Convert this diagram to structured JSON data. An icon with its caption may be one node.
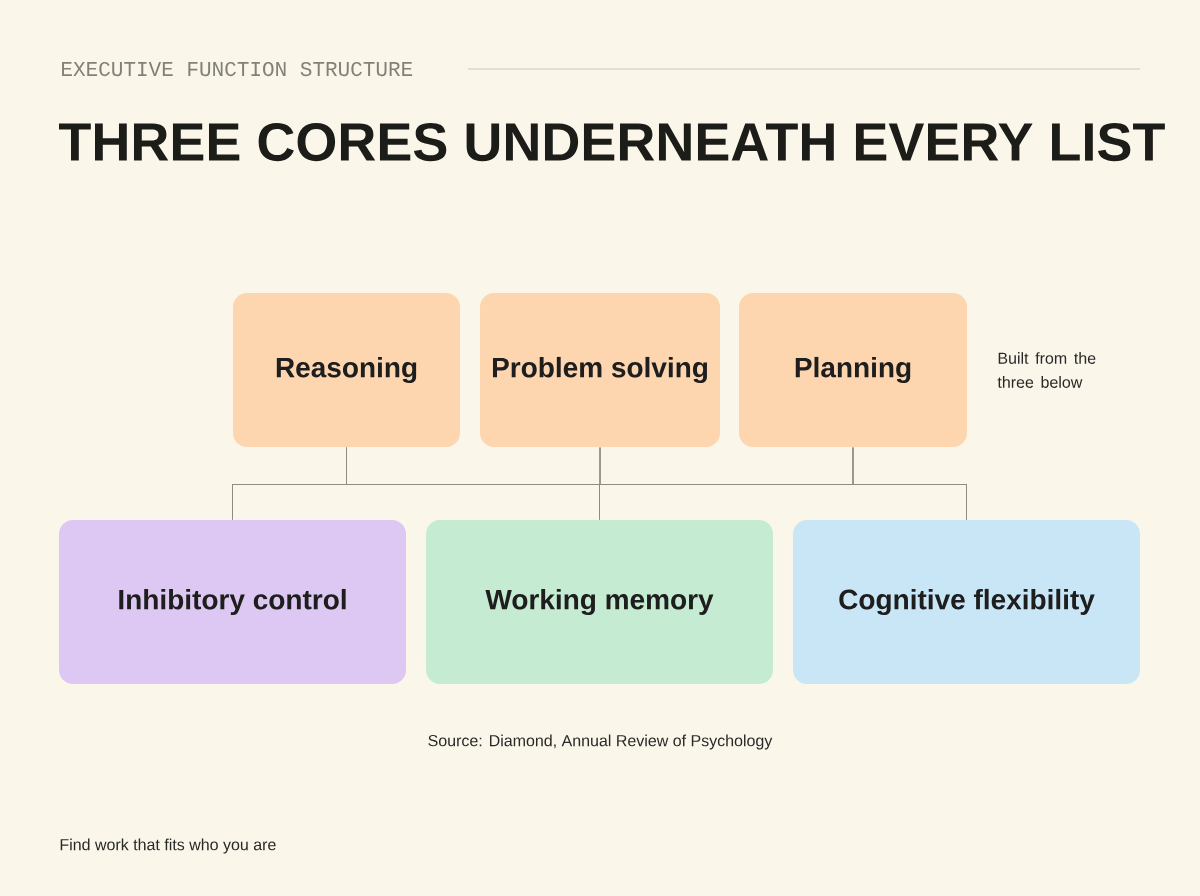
{
  "diagram": {
    "title": "THREE CORES UNDERNEATH EVERY LIST",
    "nodes": [
      {
        "text": [
          "Reasoning"
        ]
      },
      {
        "text": [
          "Problem solving"
        ]
      },
      {
        "text": [
          "Planning"
        ],
        "beside": [
          "Built from the three below"
        ]
      },
      {
        "text": [
          "Inhibitory control"
        ]
      },
      {
        "text": [
          "Working memory"
        ]
      },
      {
        "text": [
          "Cognitive flexibility"
        ]
      }
    ],
    "edges": [
      {
        "from": 0,
        "to": 3,
        "arrow": "none"
      },
      {
        "from": 0,
        "to": 4,
        "arrow": "none"
      },
      {
        "from": 0,
        "to": 5,
        "arrow": "none"
      },
      {
        "from": 1,
        "to": 3,
        "arrow": "none"
      },
      {
        "from": 1,
        "to": 4,
        "arrow": "none"
      },
      {
        "from": 1,
        "to": 5,
        "arrow": "none"
      },
      {
        "from": 2,
        "to": 3,
        "arrow": "none"
      },
      {
        "from": 2,
        "to": 4,
        "arrow": "none"
      },
      {
        "from": 2,
        "to": 5,
        "arrow": "none"
      }
    ],
    "labels": [
      "EXECUTIVE FUNCTION STRUCTURE",
      "Source: Diamond, Annual Review of Psychology",
      "Find work that fits who you are"
    ]
  }
}
